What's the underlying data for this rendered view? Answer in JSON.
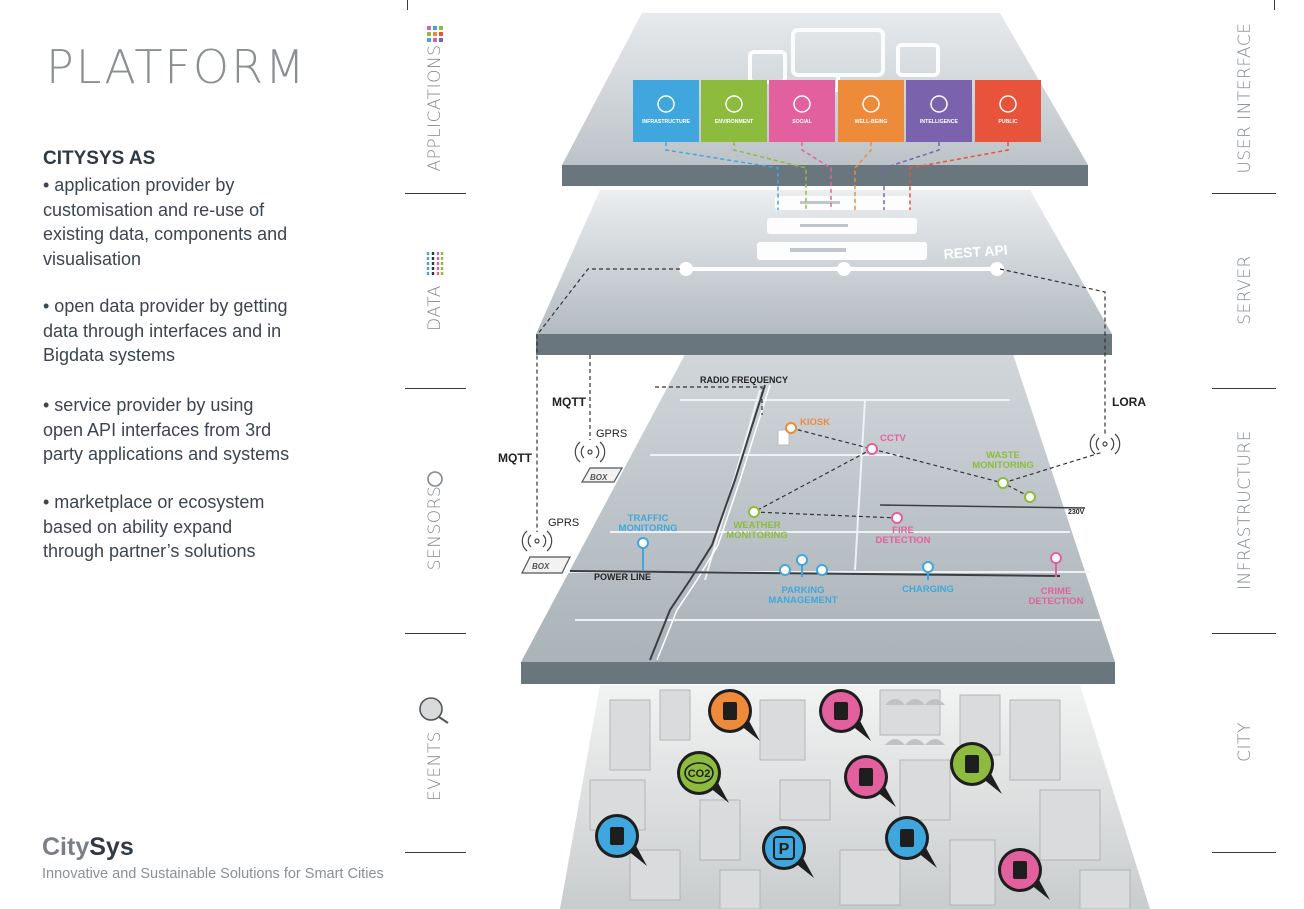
{
  "title": "PLATFORM",
  "company": "CITYSYS AS",
  "bullets": [
    [
      "• application provider by",
      "customisation and re-use of",
      "existing data, components and",
      "visualisation"
    ],
    [
      "• open data provider by getting",
      "data through interfaces and in",
      "Bigdata systems"
    ],
    [
      "• service provider by using",
      "open API interfaces from 3rd",
      "party applications and systems"
    ],
    [
      "• marketplace or ecosystem",
      "based on ability expand",
      "through partner’s solutions"
    ]
  ],
  "logo": {
    "part1": "City",
    "part2": "Sys"
  },
  "tagline": "Innovative and Sustainable Solutions for Smart Cities",
  "left_labels": [
    "APPLICATIONS",
    "DATA",
    "SENSORS",
    "EVENTS"
  ],
  "right_labels": [
    "USER INTERFACE",
    "SERVER",
    "INFRASTRUCTURE",
    "CITY"
  ],
  "apps": [
    {
      "label": "INFRASTRUCTURE",
      "color": "#3fa7de"
    },
    {
      "label": "ENVIRONMENT",
      "color": "#8dbb3e"
    },
    {
      "label": "SOCIAL",
      "color": "#e3609e"
    },
    {
      "label": "WELL-BEING",
      "color": "#ee8b3a"
    },
    {
      "label": "INTELLIGENCE",
      "color": "#7a62ad"
    },
    {
      "label": "PUBLIC",
      "color": "#e8533c"
    }
  ],
  "rest_api": "REST API",
  "network": {
    "radio_frequency": "RADIO FREQUENCY",
    "mqtt": "MQTT",
    "gprs": "GPRS",
    "lora": "LORA",
    "box": "BOX",
    "power_line": "POWER LINE",
    "v230": "230V"
  },
  "sensors": [
    {
      "lines": [
        "KIOSK"
      ],
      "color": "#ee8b3a"
    },
    {
      "lines": [
        "CCTV"
      ],
      "color": "#e3609e"
    },
    {
      "lines": [
        "WASTE",
        "MONITORING"
      ],
      "color": "#8dbb3e"
    },
    {
      "lines": [
        "TRAFFIC",
        "MONITORNG"
      ],
      "color": "#3fa7de"
    },
    {
      "lines": [
        "WEATHER",
        "MONITORING"
      ],
      "color": "#8dbb3e"
    },
    {
      "lines": [
        "FIRE",
        "DETECTION"
      ],
      "color": "#e3609e"
    },
    {
      "lines": [
        "PARKING",
        "MANAGEMENT"
      ],
      "color": "#3fa7de"
    },
    {
      "lines": [
        "CHARGING"
      ],
      "color": "#3fa7de"
    },
    {
      "lines": [
        "CRIME",
        "DETECTION"
      ],
      "color": "#e3609e"
    }
  ],
  "events": [
    {
      "icon": "door-icon",
      "color": "#ee8b3a"
    },
    {
      "icon": "car-crash-icon",
      "color": "#e3609e"
    },
    {
      "icon": "co2-icon",
      "color": "#8dbb3e",
      "text": "CO2"
    },
    {
      "icon": "fire-icon",
      "color": "#e3609e"
    },
    {
      "icon": "trash-icon",
      "color": "#8dbb3e"
    },
    {
      "icon": "traffic-jam-icon",
      "color": "#3fa7de"
    },
    {
      "icon": "parking-icon",
      "color": "#3fa7de",
      "text": "P"
    },
    {
      "icon": "ev-charger-icon",
      "color": "#3fa7de"
    },
    {
      "icon": "thief-icon",
      "color": "#e3609e"
    }
  ]
}
